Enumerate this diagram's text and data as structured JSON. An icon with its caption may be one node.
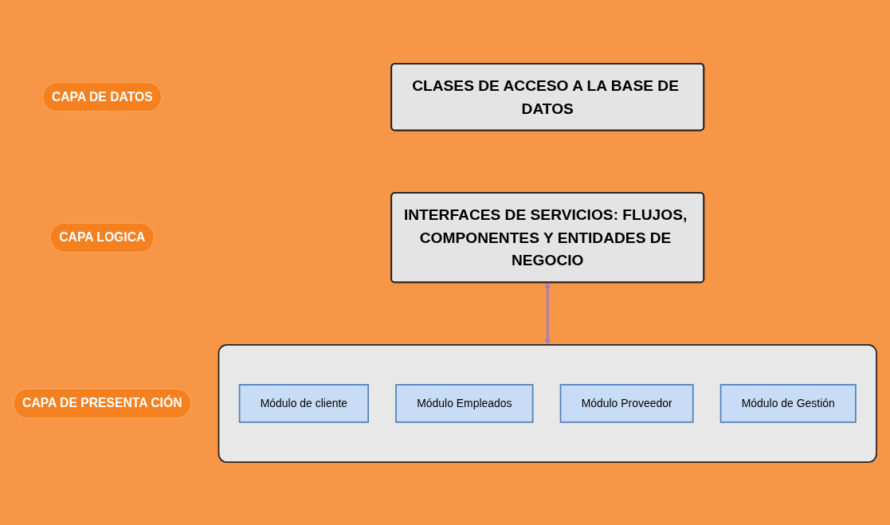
{
  "diagram": {
    "nodes": [
      {
        "text": [
          "CAPA DE DATOS"
        ]
      },
      {
        "text": [
          "CLASES DE ACCESO A LA BASE DE DATOS"
        ]
      },
      {
        "text": [
          "CAPA LOGICA"
        ]
      },
      {
        "text": [
          "INTERFACES DE SERVICIOS: FLUJOS, COMPONENTES Y ENTIDADES DE NEGOCIO"
        ]
      },
      {
        "text": [
          "CAPA DE PRESENTA CIÓN"
        ]
      },
      {
        "text": [],
        "shape": "box"
      },
      {
        "text": [
          "Módulo de cliente"
        ],
        "in": 5
      },
      {
        "text": [
          "Módulo Empleados"
        ],
        "in": 5
      },
      {
        "text": [
          "Módulo Proveedor"
        ],
        "in": 5
      },
      {
        "text": [
          "Módulo de Gestión"
        ],
        "in": 5
      }
    ],
    "edges": [
      {
        "from": 3,
        "to": 5,
        "arrow": "both"
      }
    ]
  }
}
